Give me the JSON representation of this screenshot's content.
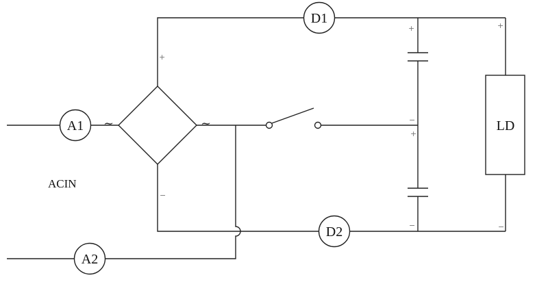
{
  "diagram": {
    "labels": {
      "a1": "A1",
      "a2": "A2",
      "d1": "D1",
      "d2": "D2",
      "ld": "LD",
      "acin": "ACIN"
    },
    "symbols": {
      "ac_left": "~",
      "ac_right": "~",
      "plus": "+",
      "minus": "−"
    },
    "colors": {
      "line": "#222222",
      "polarity": "#777777",
      "background": "#ffffff"
    }
  }
}
